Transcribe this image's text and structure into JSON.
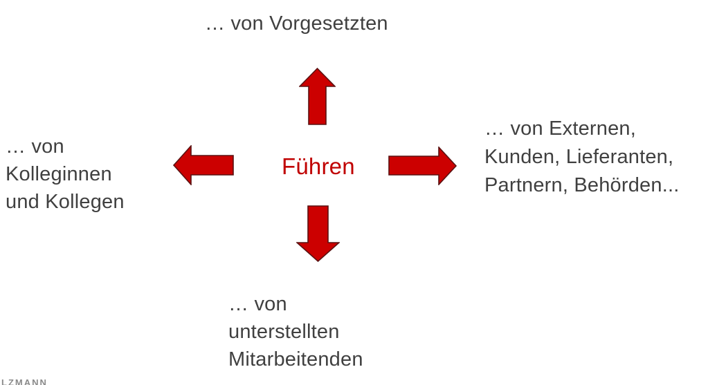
{
  "diagram": {
    "center_label": "Führen",
    "top_label": "… von Vorgesetzten",
    "left_label": "… von\nKolleginnen\nund Kollegen",
    "right_label": "… von Externen,\nKunden, Lieferanten,\nPartnern, Behörden...",
    "bottom_label": "… von\nunterstellten\nMitarbeitenden",
    "arrows": [
      {
        "direction": "up"
      },
      {
        "direction": "down"
      },
      {
        "direction": "left"
      },
      {
        "direction": "right"
      }
    ],
    "watermark_text": "LZMANN"
  },
  "colors": {
    "background": "#ffffff",
    "label_text": "#404040",
    "center_text": "#c00000",
    "arrow_fill": "#cc0000",
    "arrow_stroke": "#5a1212",
    "watermark": "#8a8a8a"
  }
}
